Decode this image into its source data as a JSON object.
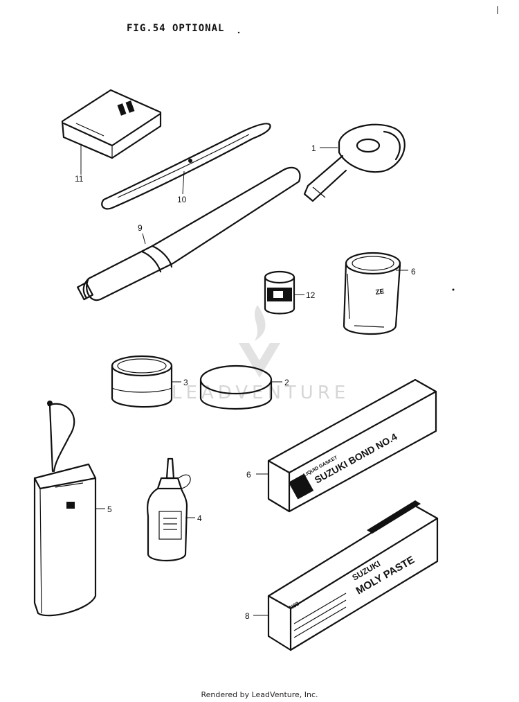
{
  "figure": {
    "title": "FIG.54  OPTIONAL"
  },
  "watermark": {
    "text": "LEADVENTURE"
  },
  "callouts": {
    "c11": "11",
    "c10": "10",
    "c1": "1",
    "c9": "9",
    "c12": "12",
    "c6a": "6",
    "c3": "3",
    "c2": "2",
    "c5": "5",
    "c4": "4",
    "c6b": "6",
    "c8": "8"
  },
  "package_labels": {
    "bond_small": "LIQUID GASKET",
    "bond_main": "SUZUKI BOND NO.4",
    "moly_brand": "SUZUKI",
    "moly_main": "MOLY PASTE"
  },
  "footer": {
    "text": "Rendered by LeadVenture, Inc."
  }
}
